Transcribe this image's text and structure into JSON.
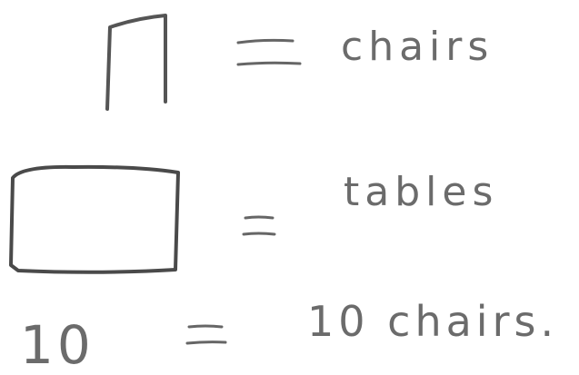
{
  "legend": {
    "rows": [
      {
        "symbol_name": "chair-symbol",
        "meaning": "chairs"
      },
      {
        "symbol_name": "table-symbol",
        "meaning": "tables"
      },
      {
        "symbol_label": "10",
        "meaning": "10 chairs."
      }
    ],
    "equals_sign": "="
  },
  "colors": {
    "ink_dark": "#4a4a4a",
    "ink_light": "#6b6b6b",
    "paper": "#ffffff"
  }
}
